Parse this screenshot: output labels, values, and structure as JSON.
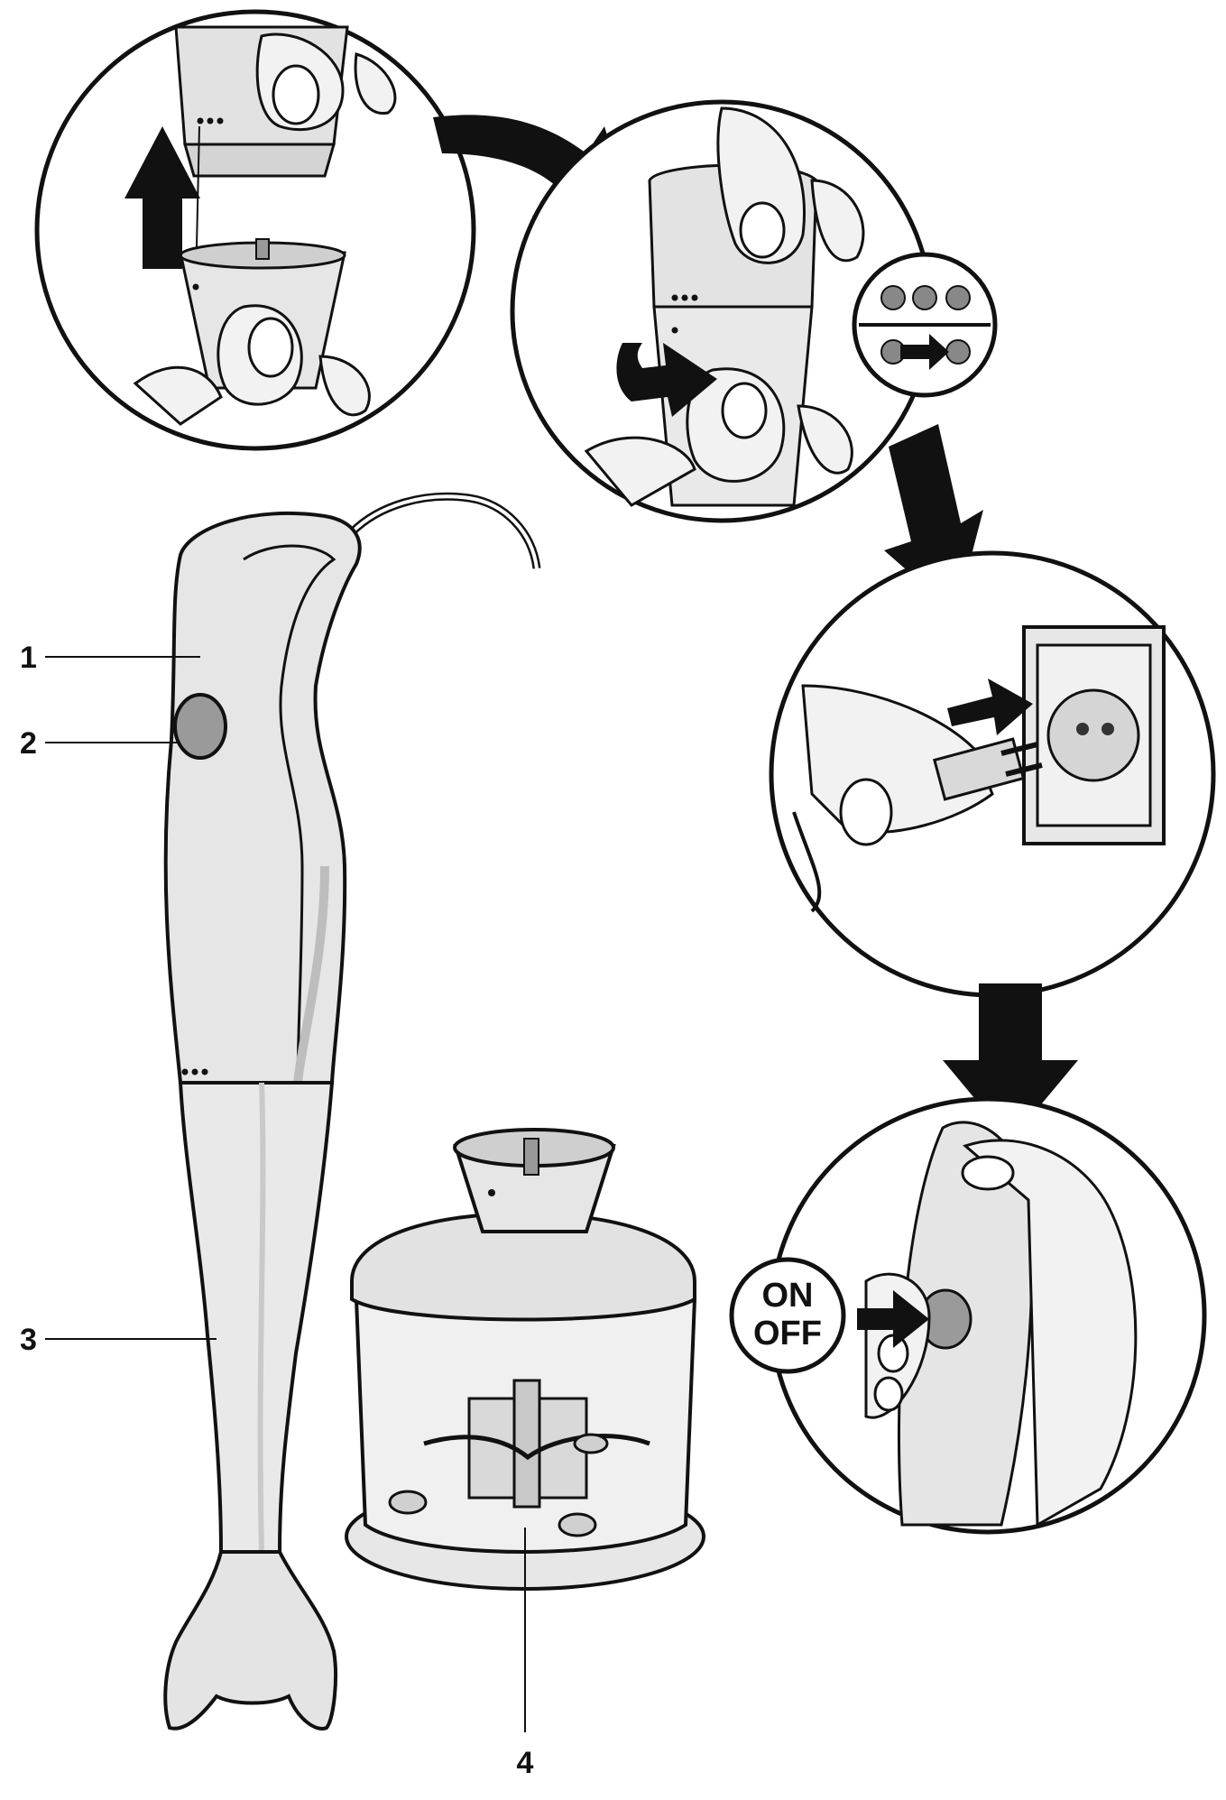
{
  "callouts": [
    {
      "id": "1",
      "label": "1"
    },
    {
      "id": "2",
      "label": "2"
    },
    {
      "id": "3",
      "label": "3"
    },
    {
      "id": "4",
      "label": "4"
    }
  ],
  "switch_badge": {
    "line1": "ON",
    "line2": "OFF"
  },
  "colors": {
    "outline": "#111111",
    "body_fill": "#e6e6e6",
    "body_shade": "#c9c9c9",
    "arrow": "#111111",
    "background": "#ffffff"
  },
  "steps": [
    {
      "name": "attach-shaft",
      "icon": "up-arrow-icon"
    },
    {
      "name": "twist-lock",
      "icon": "twist-arrow-icon"
    },
    {
      "name": "plug-in",
      "icon": "plug-icon"
    },
    {
      "name": "press-switch",
      "icon": "press-arrow-icon"
    }
  ]
}
